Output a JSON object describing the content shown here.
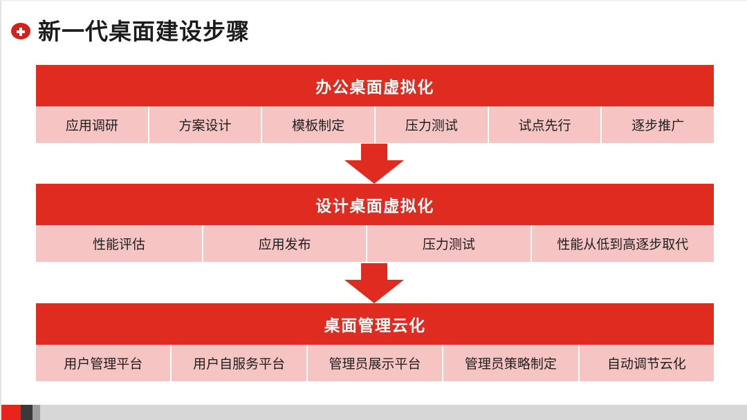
{
  "slide": {
    "title": "新一代桌面建设步骤",
    "bullet_icon": "plus-circle-icon",
    "accent_color": "#E02B20",
    "cell_color": "#F6C4C2",
    "title_color": "#1C1C1C"
  },
  "stages": [
    {
      "header": "办公桌面虚拟化",
      "items": [
        "应用调研",
        "方案设计",
        "模板制定",
        "压力测试",
        "试点先行",
        "逐步推广"
      ]
    },
    {
      "header": "设计桌面虚拟化",
      "items": [
        "性能评估",
        "应用发布",
        "压力测试",
        "性能从低到高逐步取代"
      ]
    },
    {
      "header": "桌面管理云化",
      "items": [
        "用户管理平台",
        "用户自服务平台",
        "管理员展示平台",
        "管理员策略制定",
        "自动调节云化"
      ]
    }
  ],
  "connectors": [
    {
      "icon": "down-arrow-icon"
    },
    {
      "icon": "down-arrow-icon"
    }
  ],
  "footer": {
    "segments": [
      "#E8241C",
      "#3A3A3A",
      "#9E9E9E",
      "#D7D7D7"
    ]
  }
}
